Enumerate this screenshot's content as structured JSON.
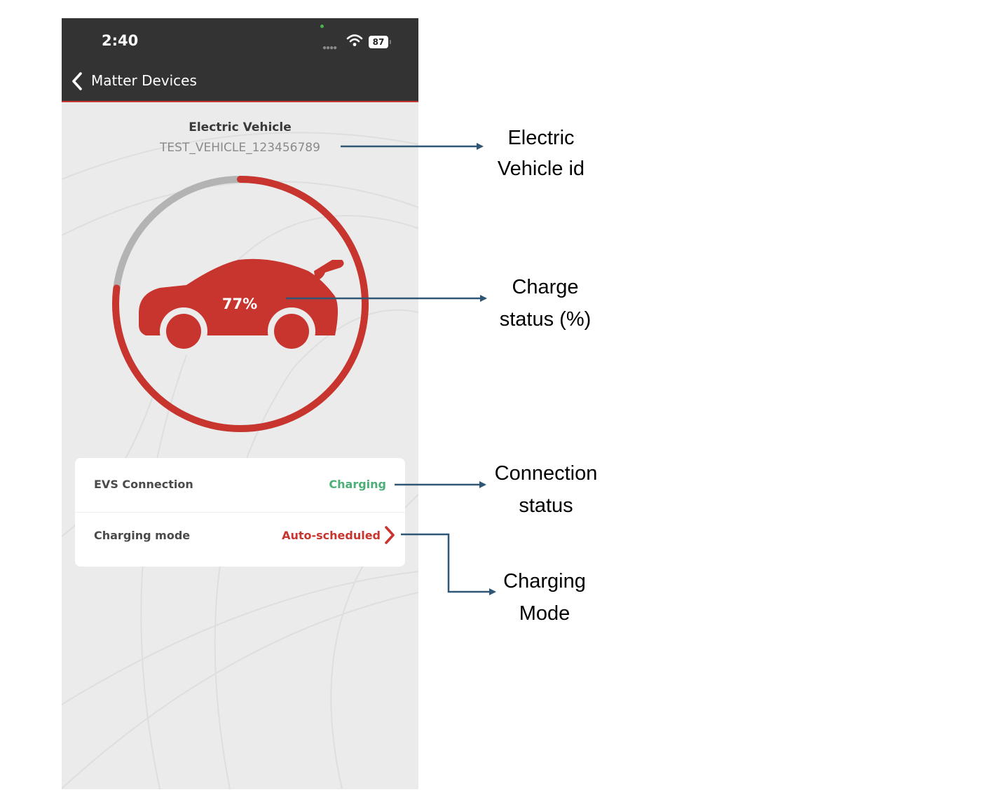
{
  "status_bar": {
    "time": "2:40",
    "battery": "87"
  },
  "nav": {
    "back_label": "Matter Devices"
  },
  "device": {
    "title": "Electric Vehicle",
    "id": "TEST_VEHICLE_123456789",
    "charge_percent_label": "77%",
    "charge_fraction": 0.77
  },
  "info_card": {
    "rows": [
      {
        "label": "EVS Connection",
        "value": "Charging"
      },
      {
        "label": "Charging mode",
        "value": "Auto-scheduled"
      }
    ]
  },
  "annotations": {
    "vehicle_id": [
      "Electric",
      "Vehicle id"
    ],
    "charge_status": [
      "Charge",
      "status (%)"
    ],
    "connection_status": [
      "Connection",
      "status"
    ],
    "charging_mode": [
      "Charging",
      "Mode"
    ]
  },
  "colors": {
    "accent_red": "#c8352f",
    "charging_green": "#4caf78",
    "annotation_arrow": "#2f5775",
    "topbar": "#333333"
  },
  "icons": [
    "back-chevron-icon",
    "wifi-icon",
    "battery-icon",
    "car-icon",
    "chevron-right-icon"
  ]
}
